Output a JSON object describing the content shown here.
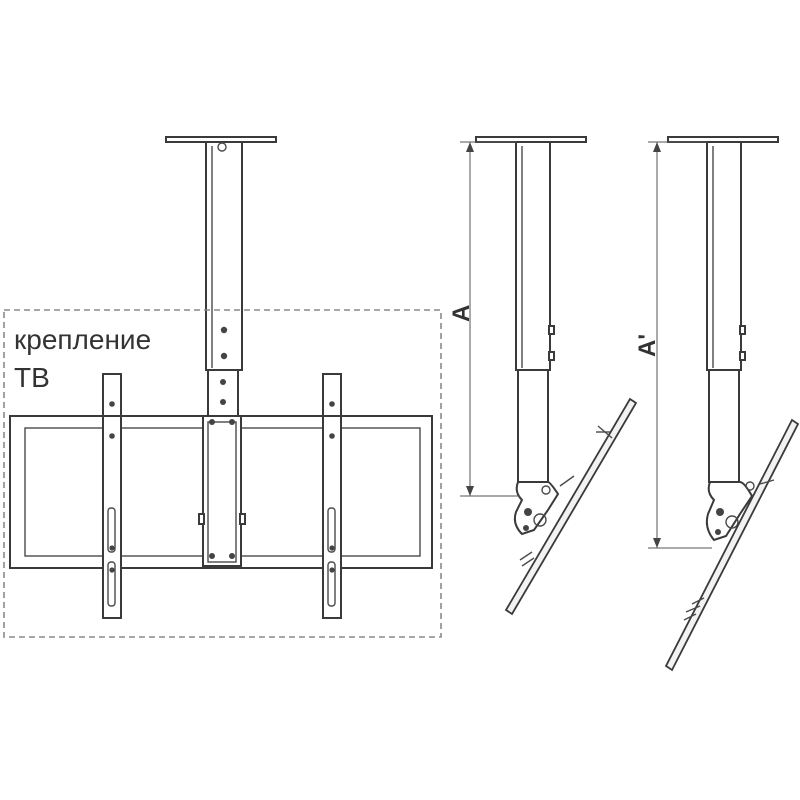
{
  "labels": {
    "mount_line1": "крепление",
    "mount_line2": "ТВ",
    "dim_a": "A",
    "dim_a_prime": "A'"
  },
  "colors": {
    "line": "#3a3a3a",
    "dashed_box": "#8a8a8a",
    "background": "#ffffff"
  }
}
